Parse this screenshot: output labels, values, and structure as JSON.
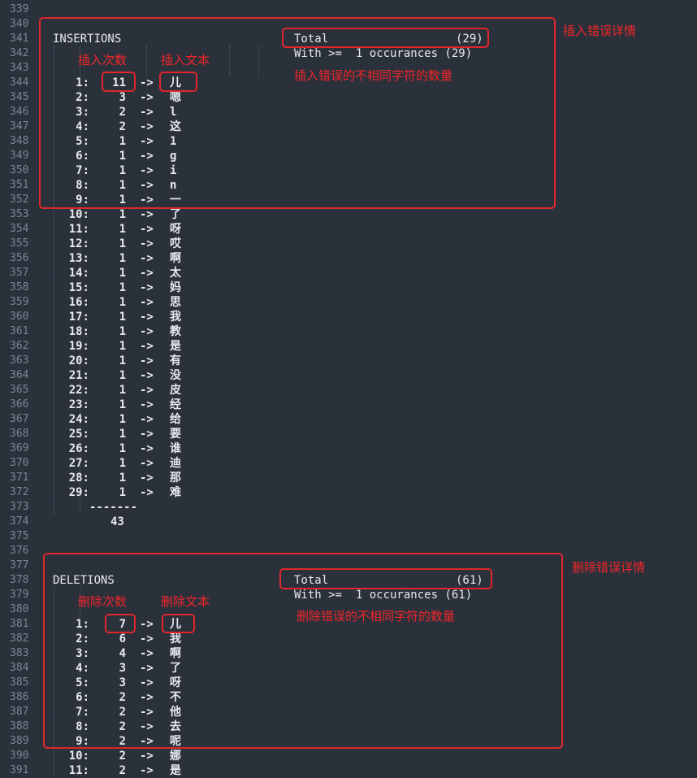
{
  "line_numbers": [
    "339",
    "340",
    "341",
    "342",
    "343",
    "344",
    "345",
    "346",
    "347",
    "348",
    "349",
    "350",
    "351",
    "352",
    "353",
    "354",
    "355",
    "356",
    "357",
    "358",
    "359",
    "360",
    "361",
    "362",
    "363",
    "364",
    "365",
    "366",
    "367",
    "368",
    "369",
    "370",
    "371",
    "372",
    "373",
    "374",
    "375",
    "376",
    "377",
    "378",
    "379",
    "380",
    "381",
    "382",
    "383",
    "384",
    "385",
    "386",
    "387",
    "388",
    "389",
    "390",
    "391"
  ],
  "insertions": {
    "header": "INSERTIONS",
    "total_label": "Total",
    "total_value": "(29)",
    "with_line": "With >=  1 occurances (29)",
    "rows": [
      {
        "idx": "1:",
        "count": "11",
        "char": "儿"
      },
      {
        "idx": "2:",
        "count": "3",
        "char": "嗯"
      },
      {
        "idx": "3:",
        "count": "2",
        "char": "l"
      },
      {
        "idx": "4:",
        "count": "2",
        "char": "这"
      },
      {
        "idx": "5:",
        "count": "1",
        "char": "1"
      },
      {
        "idx": "6:",
        "count": "1",
        "char": "g"
      },
      {
        "idx": "7:",
        "count": "1",
        "char": "i"
      },
      {
        "idx": "8:",
        "count": "1",
        "char": "n"
      },
      {
        "idx": "9:",
        "count": "1",
        "char": "一"
      },
      {
        "idx": "10:",
        "count": "1",
        "char": "了"
      },
      {
        "idx": "11:",
        "count": "1",
        "char": "呀"
      },
      {
        "idx": "12:",
        "count": "1",
        "char": "哎"
      },
      {
        "idx": "13:",
        "count": "1",
        "char": "啊"
      },
      {
        "idx": "14:",
        "count": "1",
        "char": "太"
      },
      {
        "idx": "15:",
        "count": "1",
        "char": "妈"
      },
      {
        "idx": "16:",
        "count": "1",
        "char": "思"
      },
      {
        "idx": "17:",
        "count": "1",
        "char": "我"
      },
      {
        "idx": "18:",
        "count": "1",
        "char": "教"
      },
      {
        "idx": "19:",
        "count": "1",
        "char": "是"
      },
      {
        "idx": "20:",
        "count": "1",
        "char": "有"
      },
      {
        "idx": "21:",
        "count": "1",
        "char": "没"
      },
      {
        "idx": "22:",
        "count": "1",
        "char": "皮"
      },
      {
        "idx": "23:",
        "count": "1",
        "char": "经"
      },
      {
        "idx": "24:",
        "count": "1",
        "char": "给"
      },
      {
        "idx": "25:",
        "count": "1",
        "char": "要"
      },
      {
        "idx": "26:",
        "count": "1",
        "char": "谁"
      },
      {
        "idx": "27:",
        "count": "1",
        "char": "迪"
      },
      {
        "idx": "28:",
        "count": "1",
        "char": "那"
      },
      {
        "idx": "29:",
        "count": "1",
        "char": "难"
      }
    ],
    "separator": "-------",
    "sum": "43",
    "annot_count": "插入次数",
    "annot_text": "插入文本",
    "annot_distinct": "插入错误的不相同字符的数量",
    "annot_detail": "插入错误详情"
  },
  "deletions": {
    "header": "DELETIONS",
    "total_label": "Total",
    "total_value": "(61)",
    "with_line": "With >=  1 occurances (61)",
    "rows": [
      {
        "idx": "1:",
        "count": "7",
        "char": "儿"
      },
      {
        "idx": "2:",
        "count": "6",
        "char": "我"
      },
      {
        "idx": "3:",
        "count": "4",
        "char": "啊"
      },
      {
        "idx": "4:",
        "count": "3",
        "char": "了"
      },
      {
        "idx": "5:",
        "count": "3",
        "char": "呀"
      },
      {
        "idx": "6:",
        "count": "2",
        "char": "不"
      },
      {
        "idx": "7:",
        "count": "2",
        "char": "他"
      },
      {
        "idx": "8:",
        "count": "2",
        "char": "去"
      },
      {
        "idx": "9:",
        "count": "2",
        "char": "呢"
      },
      {
        "idx": "10:",
        "count": "2",
        "char": "娜"
      },
      {
        "idx": "11:",
        "count": "2",
        "char": "是"
      }
    ],
    "annot_count": "删除次数",
    "annot_text": "删除文本",
    "annot_distinct": "删除错误的不相同字符的数量",
    "annot_detail": "删除错误详情"
  },
  "arrow": "->",
  "colors": {
    "background": "#2b313b",
    "highlight": "#e0262c",
    "annotation": "#f0252a",
    "line_number": "#7d8593"
  }
}
